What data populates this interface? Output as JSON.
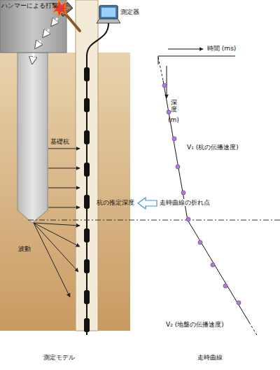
{
  "diagram": {
    "labels": [
      "ハンマーによる打撃",
      "測定器",
      "基礎杭",
      "波動",
      "杭の推定深度",
      "走時曲線の折れ点",
      "時間 (ms)",
      "深度",
      "(m)",
      "V₁ (杭の伝播速度)",
      "V₂ (地盤の伝播速度)",
      "測定モデル",
      "走時曲線"
    ]
  }
}
